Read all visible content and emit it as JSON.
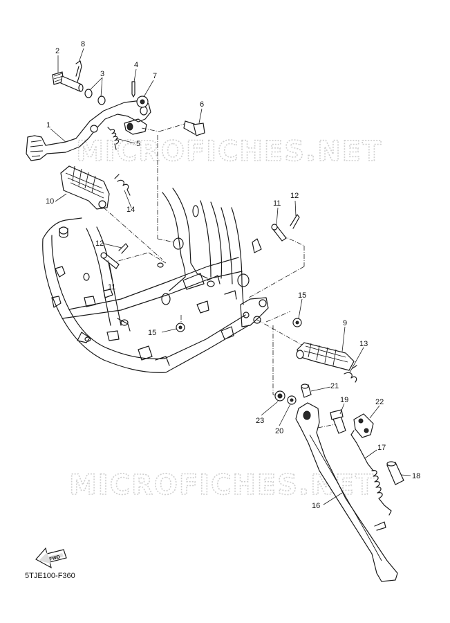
{
  "watermark": "MICROFICHES.NET",
  "diagram_code": "5TJE100-F360",
  "fwd_label": "FWD",
  "callouts": [
    {
      "id": "c1",
      "label": "1"
    },
    {
      "id": "c2",
      "label": "2"
    },
    {
      "id": "c3",
      "label": "3"
    },
    {
      "id": "c4",
      "label": "4"
    },
    {
      "id": "c5",
      "label": "5"
    },
    {
      "id": "c6",
      "label": "6"
    },
    {
      "id": "c7",
      "label": "7"
    },
    {
      "id": "c8",
      "label": "8"
    },
    {
      "id": "c9",
      "label": "9"
    },
    {
      "id": "c10",
      "label": "10"
    },
    {
      "id": "c11a",
      "label": "11"
    },
    {
      "id": "c11b",
      "label": "11"
    },
    {
      "id": "c12a",
      "label": "12"
    },
    {
      "id": "c12b",
      "label": "12"
    },
    {
      "id": "c13",
      "label": "13"
    },
    {
      "id": "c14",
      "label": "14"
    },
    {
      "id": "c15a",
      "label": "15"
    },
    {
      "id": "c15b",
      "label": "15"
    },
    {
      "id": "c16",
      "label": "16"
    },
    {
      "id": "c17",
      "label": "17"
    },
    {
      "id": "c18",
      "label": "18"
    },
    {
      "id": "c19",
      "label": "19"
    },
    {
      "id": "c20",
      "label": "20"
    },
    {
      "id": "c21",
      "label": "21"
    },
    {
      "id": "c22",
      "label": "22"
    },
    {
      "id": "c23",
      "label": "23"
    }
  ]
}
